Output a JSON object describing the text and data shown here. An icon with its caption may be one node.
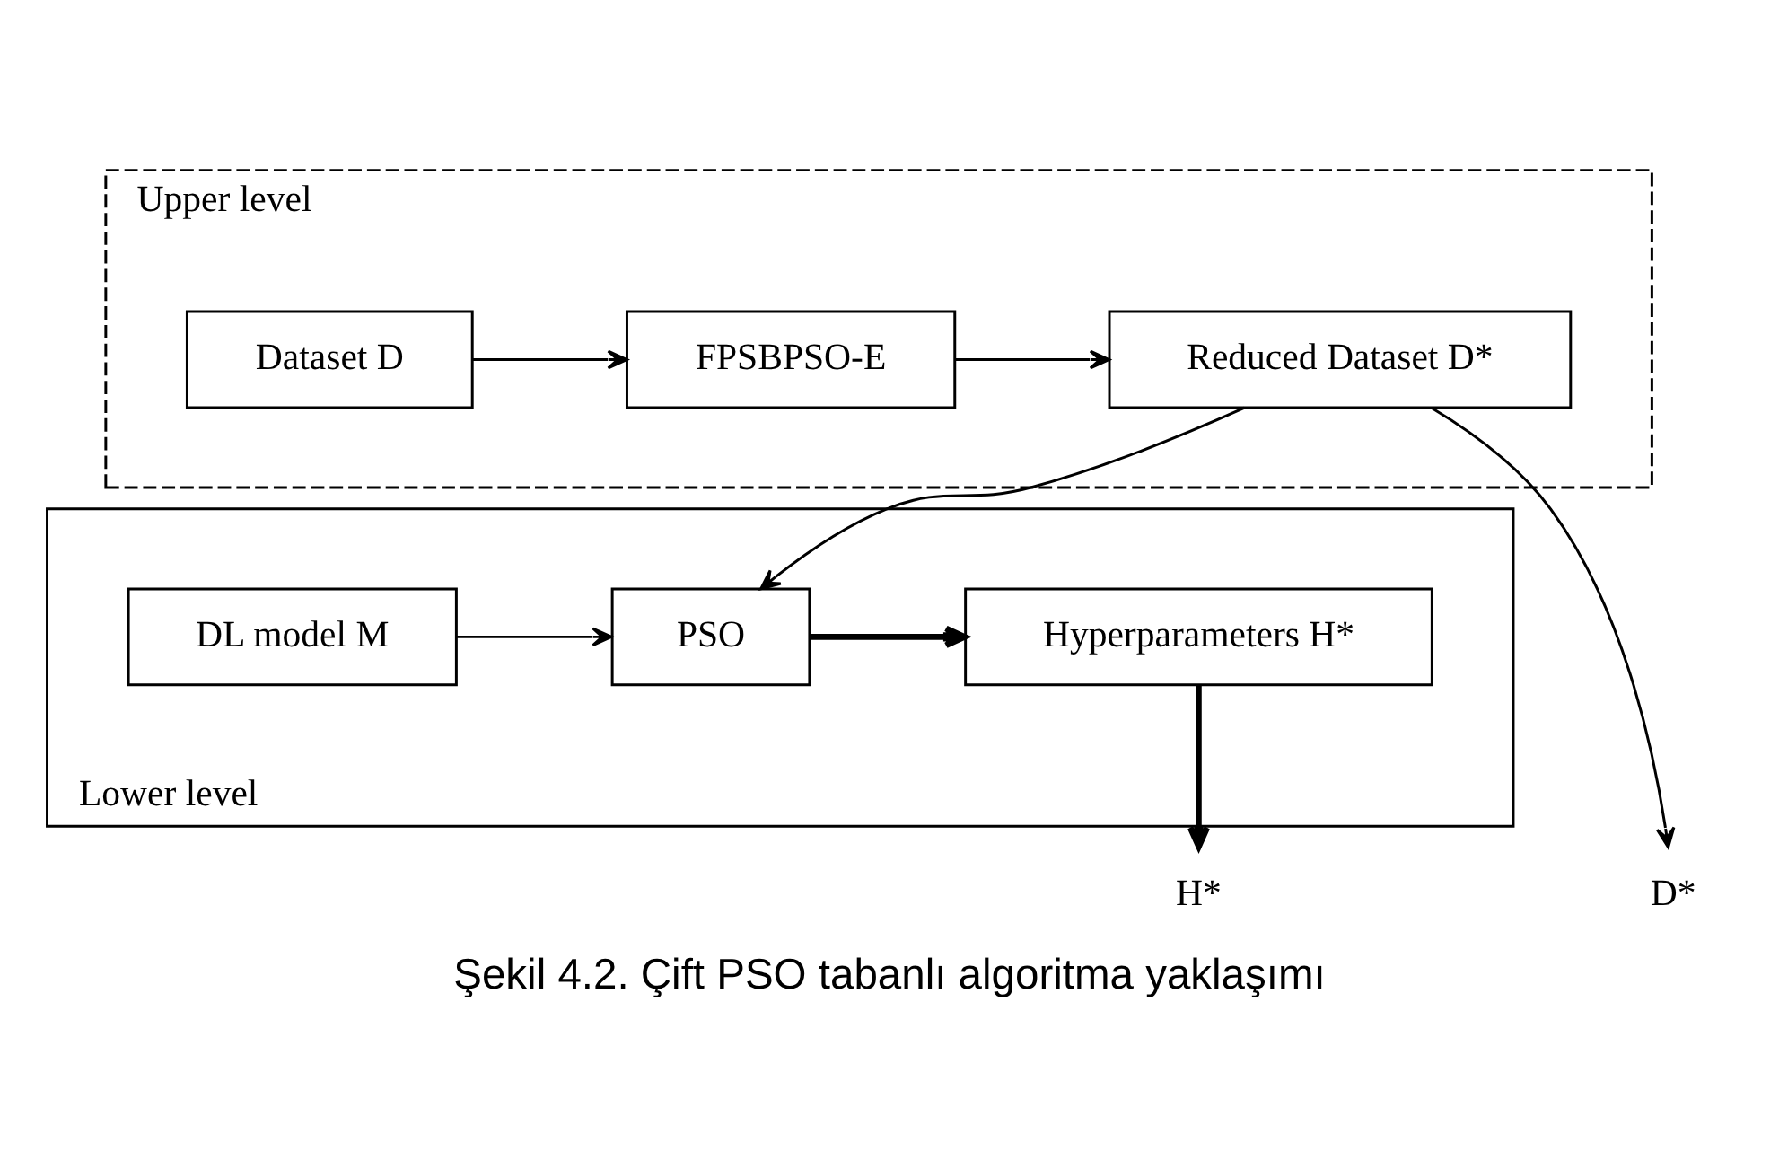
{
  "diagram": {
    "caption": "Şekil 4.2. Çift PSO tabanlı algoritma yaklaşımı",
    "nodes": [
      {
        "text": [
          "Upper level"
        ]
      },
      {
        "text": [
          "Dataset D"
        ],
        "in": 0
      },
      {
        "text": [
          "FPSBPSO-E"
        ],
        "in": 0
      },
      {
        "text": [
          "Reduced Dataset D*"
        ],
        "in": 0
      },
      {
        "text": [
          "Lower level"
        ]
      },
      {
        "text": [
          "DL model M"
        ],
        "in": 4
      },
      {
        "text": [
          "PSO"
        ],
        "in": 4
      },
      {
        "text": [
          "Hyperparameters H*"
        ],
        "in": 4
      },
      {
        "text": [
          "H*"
        ]
      },
      {
        "text": [
          "D*"
        ]
      }
    ],
    "edges": [
      {
        "from": 1,
        "to": 2,
        "arrow": "to"
      },
      {
        "from": 2,
        "to": 3,
        "arrow": "to"
      },
      {
        "from": 3,
        "to": 6,
        "arrow": "to"
      },
      {
        "from": 3,
        "to": 9,
        "arrow": "to"
      },
      {
        "from": 5,
        "to": 6,
        "arrow": "to"
      },
      {
        "from": 6,
        "to": 7,
        "arrow": "to",
        "style": "thick"
      },
      {
        "from": 7,
        "to": 8,
        "arrow": "to",
        "style": "thick"
      }
    ]
  }
}
